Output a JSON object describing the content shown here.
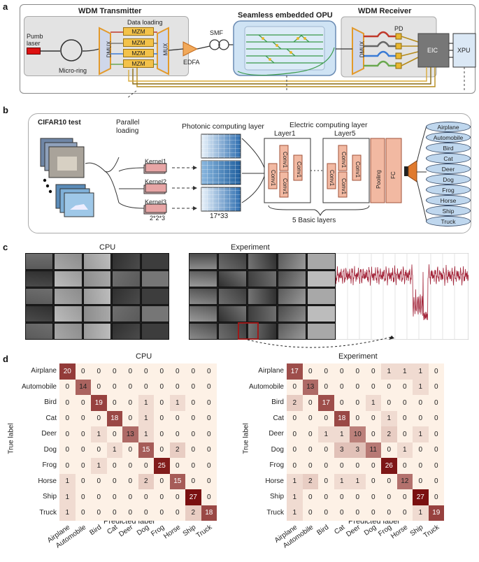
{
  "panels": {
    "a": "a",
    "b": "b",
    "c": "c",
    "d": "d"
  },
  "panel_a": {
    "transmitter_title": "WDM Transmitter",
    "data_loading": "Data loading",
    "pumb_laser": "Pumb laser",
    "micro_ring": "Micro-ring",
    "dmux": "DMUX",
    "mux": "MUX",
    "mzm": "MZM",
    "smf": "SMF",
    "edfa": "EDFA",
    "opu_title": "Seamless embedded OPU",
    "receiver_title": "WDM Receiver",
    "pd": "PD",
    "eic": "EIC",
    "xpu": "XPU"
  },
  "panel_b": {
    "cifar_title": "CIFAR10 test",
    "parallel_loading": "Parallel loading",
    "photonic_layer": "Photonic computing layer",
    "electric_layer": "Electric computing layer",
    "kernel1": "Kernel1",
    "kernel2": "Kernel2",
    "kernel3": "Kernel3",
    "kernel_size": "2*2*3",
    "matrix_size": "17*33",
    "layer1": "Layer1",
    "layer5": "Layer5",
    "conv": "Conv1",
    "pooling": "Pooling",
    "fc": "FC",
    "basic_layers": "5 Basic layers",
    "classes": [
      "Airplane",
      "Automobile",
      "Bird",
      "Cat",
      "Deer",
      "Dog",
      "Frog",
      "Horse",
      "Ship",
      "Truck"
    ]
  },
  "panel_c": {
    "cpu_title": "CPU",
    "experiment_title": "Experiment"
  },
  "panel_d": {
    "cpu_title": "CPU",
    "experiment_title": "Experiment",
    "ylabel": "True label",
    "xlabel": "Predicted label",
    "labels": [
      "Airplane",
      "Automobile",
      "Bird",
      "Cat",
      "Deer",
      "Dog",
      "Frog",
      "Horse",
      "Ship",
      "Truck"
    ],
    "cpu_matrix": [
      [
        20,
        0,
        0,
        0,
        0,
        0,
        0,
        0,
        0,
        0
      ],
      [
        0,
        14,
        0,
        0,
        0,
        0,
        0,
        0,
        0,
        0
      ],
      [
        0,
        0,
        19,
        0,
        0,
        1,
        0,
        1,
        0,
        0
      ],
      [
        0,
        0,
        0,
        18,
        0,
        1,
        0,
        0,
        0,
        0
      ],
      [
        0,
        0,
        1,
        0,
        13,
        1,
        0,
        0,
        0,
        0
      ],
      [
        0,
        0,
        0,
        1,
        0,
        15,
        0,
        2,
        0,
        0
      ],
      [
        0,
        0,
        1,
        0,
        0,
        0,
        25,
        0,
        0,
        0
      ],
      [
        1,
        0,
        0,
        0,
        0,
        2,
        0,
        15,
        0,
        0
      ],
      [
        1,
        0,
        0,
        0,
        0,
        0,
        0,
        0,
        27,
        0
      ],
      [
        1,
        0,
        0,
        0,
        0,
        0,
        0,
        0,
        2,
        18
      ]
    ],
    "exp_matrix": [
      [
        17,
        0,
        0,
        0,
        0,
        0,
        1,
        1,
        1,
        0
      ],
      [
        0,
        13,
        0,
        0,
        0,
        0,
        0,
        0,
        1,
        0
      ],
      [
        2,
        0,
        17,
        0,
        0,
        1,
        0,
        0,
        0,
        0
      ],
      [
        0,
        0,
        0,
        18,
        0,
        0,
        1,
        0,
        0,
        0
      ],
      [
        0,
        0,
        1,
        1,
        10,
        0,
        2,
        0,
        1,
        0
      ],
      [
        0,
        0,
        0,
        3,
        3,
        11,
        0,
        1,
        0,
        0
      ],
      [
        0,
        0,
        0,
        0,
        0,
        0,
        26,
        0,
        0,
        0
      ],
      [
        1,
        2,
        0,
        1,
        1,
        0,
        0,
        12,
        0,
        0
      ],
      [
        1,
        0,
        0,
        0,
        0,
        0,
        0,
        0,
        27,
        0
      ],
      [
        1,
        0,
        0,
        0,
        0,
        0,
        0,
        0,
        1,
        19
      ]
    ]
  },
  "colors": {
    "cm_high": "#7a1010",
    "cm_low": "#fdf1e6",
    "accent_blue": "#bfd7ee",
    "conv_fill": "#f2b9a2"
  }
}
